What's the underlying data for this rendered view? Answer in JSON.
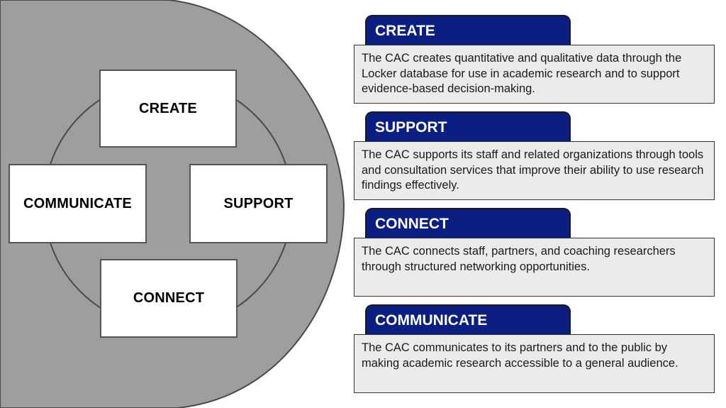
{
  "cycle": {
    "top": "CREATE",
    "right": "SUPPORT",
    "bottom": "CONNECT",
    "left": "COMMUNICATE"
  },
  "cards": [
    {
      "title": "CREATE",
      "text": "The CAC creates quantitative and qualitative data through the Locker database for use in academic research and to support evidence-based decision-making."
    },
    {
      "title": "SUPPORT",
      "text": "The CAC supports its staff and related organizations through tools and consultation services that improve their ability to use research findings effectively."
    },
    {
      "title": "CONNECT",
      "text": "The CAC connects staff, partners, and coaching researchers through structured networking opportunities."
    },
    {
      "title": "COMMUNICATE",
      "text": "The CAC communicates to its partners and to the public by making academic research accessible to a general audience."
    }
  ],
  "colors": {
    "half_disc": "#9e9e9e",
    "tab_blue": "#0b1f82",
    "card_body": "#ebebeb"
  }
}
